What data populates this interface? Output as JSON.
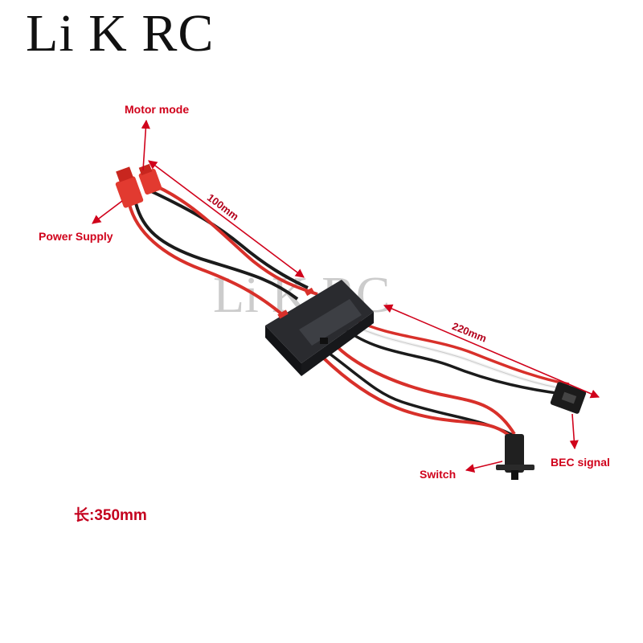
{
  "brand": {
    "title": "Li K RC",
    "watermark": "Li K RC"
  },
  "labels": {
    "motor_mode": "Motor mode",
    "power_supply": "Power Supply",
    "switch": "Switch",
    "bec_signal": "BEC signal"
  },
  "dimensions": {
    "motor_lead": "100mm",
    "signal_lead": "220mm",
    "total_length": "长:350mm"
  },
  "colors": {
    "annotation_red": "#d0021b",
    "wire_red": "#d8302a",
    "wire_black": "#1b1b1b",
    "wire_white": "#f2f2f2",
    "module_body": "#1e1f22"
  }
}
